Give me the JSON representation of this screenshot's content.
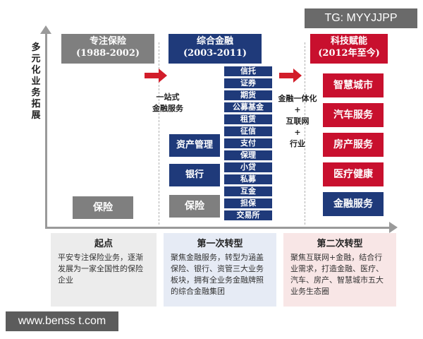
{
  "watermark_tag": "TG: MYYJJPP",
  "watermark_url": "www.benss t.com",
  "y_axis_label": "多元化业务拓展",
  "stages": [
    {
      "title": "专注保险",
      "years": "(1988-2002)",
      "color": "#7f7f7f"
    },
    {
      "title": "综合金融",
      "years": "(2003-2011)",
      "color": "#1f3a7a"
    },
    {
      "title": "科技赋能",
      "years": "(2012年至今)",
      "color": "#c8102e"
    }
  ],
  "stage1_box": "保险",
  "stage2_mid_text": [
    "一站式",
    "金融服务"
  ],
  "stage2_boxes": [
    "资产管理",
    "银行",
    "保险"
  ],
  "stage2_list": [
    "信托",
    "证券",
    "期货",
    "公募基金",
    "租赁",
    "征信",
    "支付",
    "保理",
    "小贷",
    "私募",
    "互金",
    "担保",
    "交易所"
  ],
  "stage3_mid_text": [
    "金融一体化",
    "+",
    "互联网",
    "+",
    "行业"
  ],
  "stage3_boxes": [
    "智慧城市",
    "汽车服务",
    "房产服务",
    "医疗健康",
    "金融服务"
  ],
  "bottom": [
    {
      "title": "起点",
      "body": "平安专注保险业务，逐渐发展为一家全国性的保险企业",
      "bg": "#ececec"
    },
    {
      "title": "第一次转型",
      "body": "聚焦金融服务，转型为涵盖保险、银行、资管三大业务板块，拥有全业务金融牌照的综合金融集团",
      "bg": "#e6ebf5"
    },
    {
      "title": "第二次转型",
      "body": "聚焦互联网+金融，结合行业需求，打造金融、医疗、汽车、房产、智慧城市五大业务生态圈",
      "bg": "#f8e6e6"
    }
  ]
}
